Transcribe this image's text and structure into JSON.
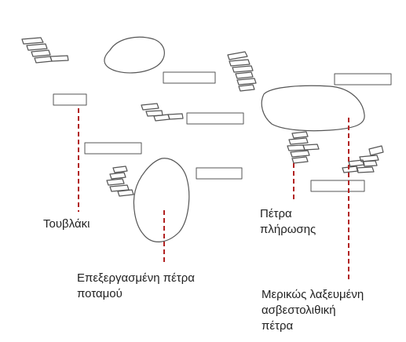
{
  "labels": {
    "brick": "Τουβλάκι",
    "river_stone": [
      "Επεξεργασμένη πέτρα",
      "ποταμού"
    ],
    "fill_stone": [
      "Πέτρα",
      "πλήρωσης"
    ],
    "limestone": [
      "Μερικώς λαξευμένη",
      "ασβεστολιθική",
      "πέτρα"
    ]
  },
  "colors": {
    "leader_line": "#b22222",
    "outline": "#555555",
    "text": "#222222"
  }
}
